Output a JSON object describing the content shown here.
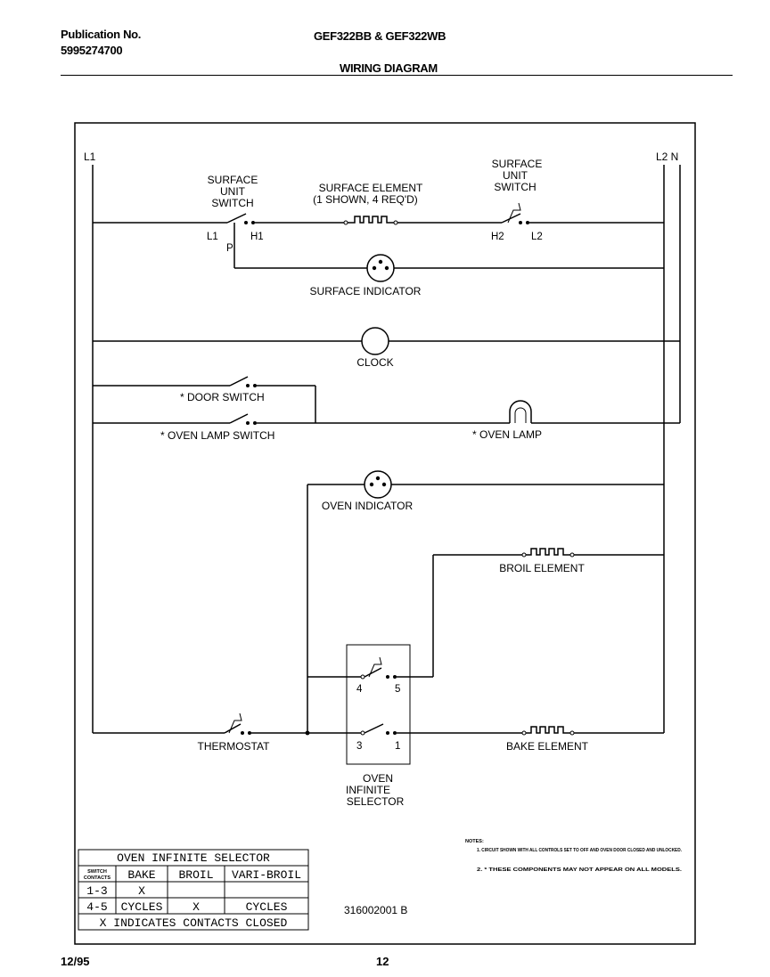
{
  "header": {
    "publication_label": "Publication No.",
    "publication_number": "5995274700",
    "models": "GEF322BB & GEF322WB",
    "title": "WIRING DIAGRAM"
  },
  "footer": {
    "date": "12/95",
    "page": "12"
  },
  "diagram": {
    "rail_left": "L1",
    "rail_right": "L2 N",
    "surface_switch_left_title": [
      "SURFACE",
      "UNIT",
      "SWITCH"
    ],
    "surface_switch_right_title": [
      "SURFACE",
      "UNIT",
      "SWITCH"
    ],
    "surface_element_label": [
      "SURFACE ELEMENT",
      "(1 SHOWN, 4 REQ'D)"
    ],
    "terminal_l1": "L1",
    "terminal_h1": "H1",
    "terminal_p": "P",
    "terminal_h2": "H2",
    "terminal_l2": "L2",
    "surface_indicator": "SURFACE INDICATOR",
    "clock": "CLOCK",
    "door_switch": "* DOOR SWITCH",
    "oven_lamp_switch": "* OVEN LAMP SWITCH",
    "oven_lamp": "* OVEN LAMP",
    "oven_indicator": "OVEN INDICATOR",
    "broil_element": "BROIL ELEMENT",
    "bake_element": "BAKE ELEMENT",
    "thermostat": "THERMOSTAT",
    "selector_t4": "4",
    "selector_t5": "5",
    "selector_t3": "3",
    "selector_t1": "1",
    "selector_label": [
      "OVEN",
      "INFINITE",
      "SELECTOR"
    ],
    "drawing_number": "316002001 B"
  },
  "selector_table": {
    "title": "OVEN INFINITE SELECTOR",
    "corner_header": [
      "SWITCH",
      "CONTACTS"
    ],
    "columns": [
      "BAKE",
      "BROIL",
      "VARI-BROIL"
    ],
    "rows": [
      {
        "contacts": "1-3",
        "cells": [
          "X",
          "",
          ""
        ]
      },
      {
        "contacts": "4-5",
        "cells": [
          "CYCLES",
          "X",
          "CYCLES"
        ]
      }
    ],
    "footnote": "X INDICATES CONTACTS CLOSED"
  },
  "notes": {
    "heading": "NOTES:",
    "items": [
      "1. CIRCUIT SHOWN WITH ALL CONTROLS SET TO OFF AND OVEN DOOR CLOSED AND UNLOCKED.",
      "2. * THESE COMPONENTS MAY NOT APPEAR ON ALL MODELS."
    ]
  }
}
